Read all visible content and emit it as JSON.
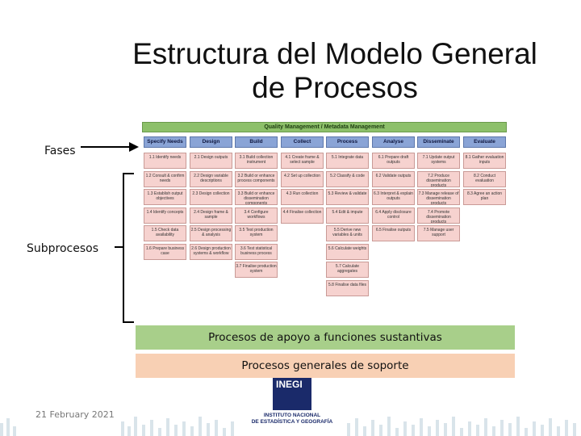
{
  "title": {
    "line1": "Estructura del Modelo General",
    "line2": "de Procesos"
  },
  "labels": {
    "fases": "Fases",
    "subprocesos": "Subprocesos"
  },
  "gsbpm": {
    "quality_bar": "Quality Management / Metadata Management",
    "phases": [
      {
        "name": "Specify Needs",
        "subs": [
          "1.1 Identify needs",
          "1.2 Consult & confirm needs",
          "1.3 Establish output objectives",
          "1.4 Identify concepts",
          "1.5 Check data availability",
          "1.6 Prepare business case"
        ]
      },
      {
        "name": "Design",
        "subs": [
          "2.1 Design outputs",
          "2.2 Design variable descriptions",
          "2.3 Design collection",
          "2.4 Design frame & sample",
          "2.5 Design processing & analysis",
          "2.6 Design production systems & workflow"
        ]
      },
      {
        "name": "Build",
        "subs": [
          "3.1 Build collection instrument",
          "3.2 Build or enhance process components",
          "3.3 Build or enhance dissemination components",
          "3.4 Configure workflows",
          "3.5 Test production system",
          "3.6 Test statistical business process",
          "3.7 Finalise production system"
        ]
      },
      {
        "name": "Collect",
        "subs": [
          "4.1 Create frame & select sample",
          "4.2 Set up collection",
          "4.3 Run collection",
          "4.4 Finalise collection"
        ]
      },
      {
        "name": "Process",
        "subs": [
          "5.1 Integrate data",
          "5.2 Classify & code",
          "5.3 Review & validate",
          "5.4 Edit & impute",
          "5.5 Derive new variables & units",
          "5.6 Calculate weights",
          "5.7 Calculate aggregates",
          "5.8 Finalise data files"
        ]
      },
      {
        "name": "Analyse",
        "subs": [
          "6.1 Prepare draft outputs",
          "6.2 Validate outputs",
          "6.3 Interpret & explain outputs",
          "6.4 Apply disclosure control",
          "6.5 Finalise outputs"
        ]
      },
      {
        "name": "Disseminate",
        "subs": [
          "7.1 Update output systems",
          "7.2 Produce dissemination products",
          "7.3 Manage release of dissemination products",
          "7.4 Promote dissemination products",
          "7.5 Manage user support"
        ]
      },
      {
        "name": "Evaluate",
        "subs": [
          "8.1 Gather evaluation inputs",
          "8.2 Conduct evaluation",
          "8.3 Agree an action plan"
        ]
      }
    ]
  },
  "bands": {
    "apoyo": "Procesos de apoyo a funciones sustantivas",
    "soporte": "Procesos generales de soporte"
  },
  "footer": {
    "date": "21 February 2021"
  },
  "logo": {
    "word": "INEGI",
    "line1": "INSTITUTO NACIONAL",
    "line2": "DE ESTADÍSTICA Y GEOGRAFÍA"
  },
  "colors": {
    "quality_bar": "#8dc06a",
    "phase": "#8aa4d6",
    "subprocess": "#f6d2cf",
    "band_apoyo": "#a8cf8a",
    "band_soporte": "#f8d0b4",
    "logo": "#1a2a6a"
  }
}
